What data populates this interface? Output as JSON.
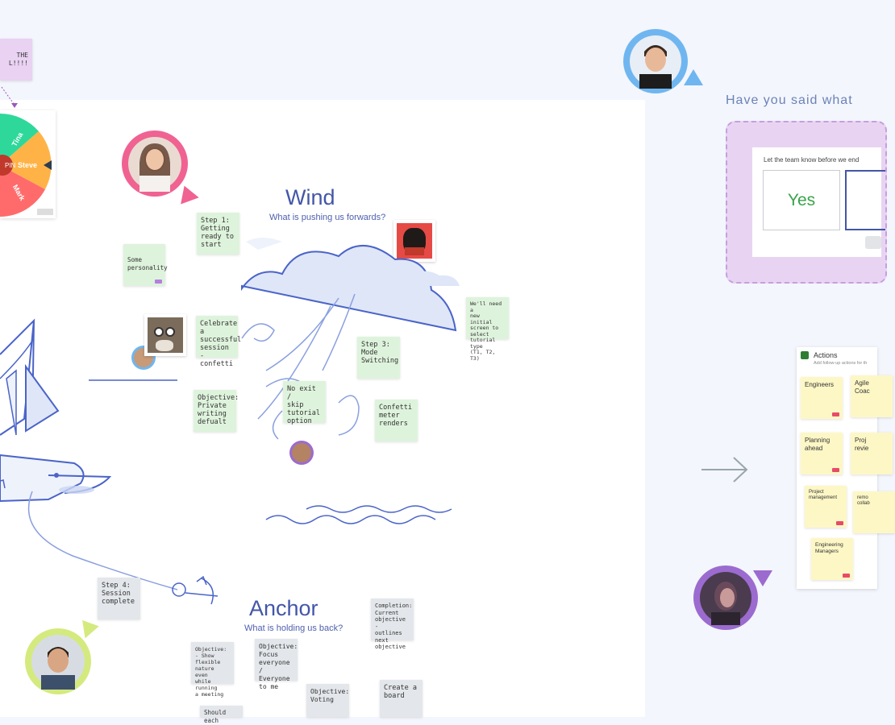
{
  "banner_note": {
    "text": "THE\nL!!!!"
  },
  "spinner": {
    "labels": [
      "Tina",
      "Steve",
      "Mark"
    ],
    "center_label": "PIN",
    "colors": [
      "#2ed89a",
      "#ffb347",
      "#ff6b6b",
      "#8e44ad"
    ]
  },
  "wind": {
    "title": "Wind",
    "subtitle": "What is pushing us forwards?"
  },
  "anchor": {
    "title": "Anchor",
    "subtitle": "What is holding us back?"
  },
  "stickies": {
    "step1": "Step 1:\nGetting\nready to\nstart",
    "some_personality": "Some\npersonality",
    "celebrate": "Celebrate\na\nsuccessful\nsession -\nconfetti",
    "step3": "Step 3:\nMode\nSwitching",
    "new_screen": "We'll need a\nnew initial\nscreen to\nselect\ntutorial type\n(T1, T2, T3)",
    "objective_private": "Objective:\nPrivate\nwriting\ndefualt",
    "no_exit": "No exit /\nskip\ntutorial\noption",
    "confetti_meter": "Confetti\nmeter\nrenders",
    "step4": "Step 4:\nSession\ncomplete",
    "completion": "Completion:\nCurrent\nobjective -\noutlines next\nobjective",
    "objective_show": "Objective:\n- Show\nflexible\nnature even\nwhile running\na meeting",
    "objective_focus": "Objective:\nFocus\neveryone /\nEveryone\nto me",
    "objective_voting": "Objective:\nVoting",
    "create_board": "Create a\nboard",
    "should_each": "Should each"
  },
  "poll": {
    "question": "Have you said what",
    "prompt": "Let the team know before we end",
    "yes_label": "Yes"
  },
  "actions": {
    "title": "Actions",
    "subtitle": "Add follow-up actions for th",
    "notes": [
      "Engineers",
      "Agile\nCoac",
      "Planning\nahead",
      "Proj\nrevie",
      "Project\nmanagement",
      "remo\ncollab",
      "Engineering\nManagers"
    ]
  },
  "colors": {
    "accent_blue": "#4356a8",
    "ring_pink": "#f06292",
    "ring_blue": "#6fb6f0",
    "ring_lime": "#d4ea7e",
    "ring_purple": "#9b6bcf",
    "poll_frame": "#e8d4f2",
    "yes_green": "#3aa34a"
  }
}
